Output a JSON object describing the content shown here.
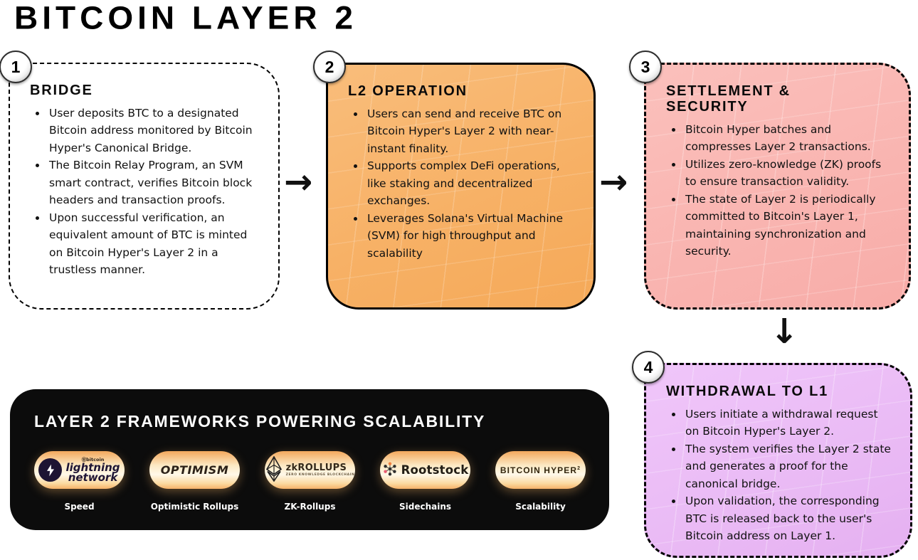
{
  "title": "BITCOIN LAYER 2",
  "colors": {
    "l2_operation_bg": "#F7B166",
    "settlement_bg": "#F9B4B0",
    "withdrawal_bg": "#EABBF5",
    "frameworks_panel_bg": "#0C0C0C",
    "card_border": "#000000"
  },
  "arrows": {
    "right": "→",
    "down": "↓"
  },
  "cards": [
    {
      "number": "1",
      "heading": "BRIDGE",
      "bullets": [
        "User deposits BTC to a designated Bitcoin address monitored by Bitcoin Hyper's Canonical Bridge.",
        "The Bitcoin Relay Program, an SVM smart contract, verifies Bitcoin block headers and transaction proofs.",
        "Upon successful verification, an equivalent amount of BTC is minted on Bitcoin Hyper's Layer 2 in a trustless manner."
      ]
    },
    {
      "number": "2",
      "heading": "L2 OPERATION",
      "bullets": [
        "Users can send and receive BTC on Bitcoin Hyper's Layer 2 with near-instant finality.",
        "Supports complex DeFi operations, like staking and decentralized exchanges.",
        "Leverages Solana's Virtual Machine (SVM) for high throughput and scalability"
      ]
    },
    {
      "number": "3",
      "heading": "SETTLEMENT & SECURITY",
      "bullets": [
        "Bitcoin Hyper batches and compresses Layer 2 transactions.",
        "Utilizes zero-knowledge (ZK) proofs to ensure transaction validity.",
        "The state of Layer 2 is periodically committed to Bitcoin's Layer 1, maintaining synchronization and security."
      ]
    },
    {
      "number": "4",
      "heading": "WITHDRAWAL TO L1",
      "bullets": [
        "Users initiate a withdrawal request on Bitcoin Hyper's Layer 2.",
        "The system verifies the Layer 2 state and generates a proof for the canonical bridge.",
        "Upon validation, the corresponding BTC is released back to the user's Bitcoin address on Layer 1."
      ]
    }
  ],
  "frameworks_panel": {
    "heading": "LAYER 2 FRAMEWORKS POWERING SCALABILITY",
    "items": [
      {
        "logo_top": "Ⓑbitcoin",
        "logo_line1": "lightning",
        "logo_line2": "network",
        "label": "Speed"
      },
      {
        "logo": "OPTIMISM",
        "label": "Optimistic Rollups"
      },
      {
        "logo": "zkROLLUPS",
        "logo_sub": "ZERO KNOWLEDGE BLOCKCHAIN",
        "label": "ZK-Rollups"
      },
      {
        "logo": "Rootstock",
        "label": "Sidechains"
      },
      {
        "logo": "BITCOIN HYPER",
        "logo_sup": "2",
        "label": "Scalability"
      }
    ]
  }
}
